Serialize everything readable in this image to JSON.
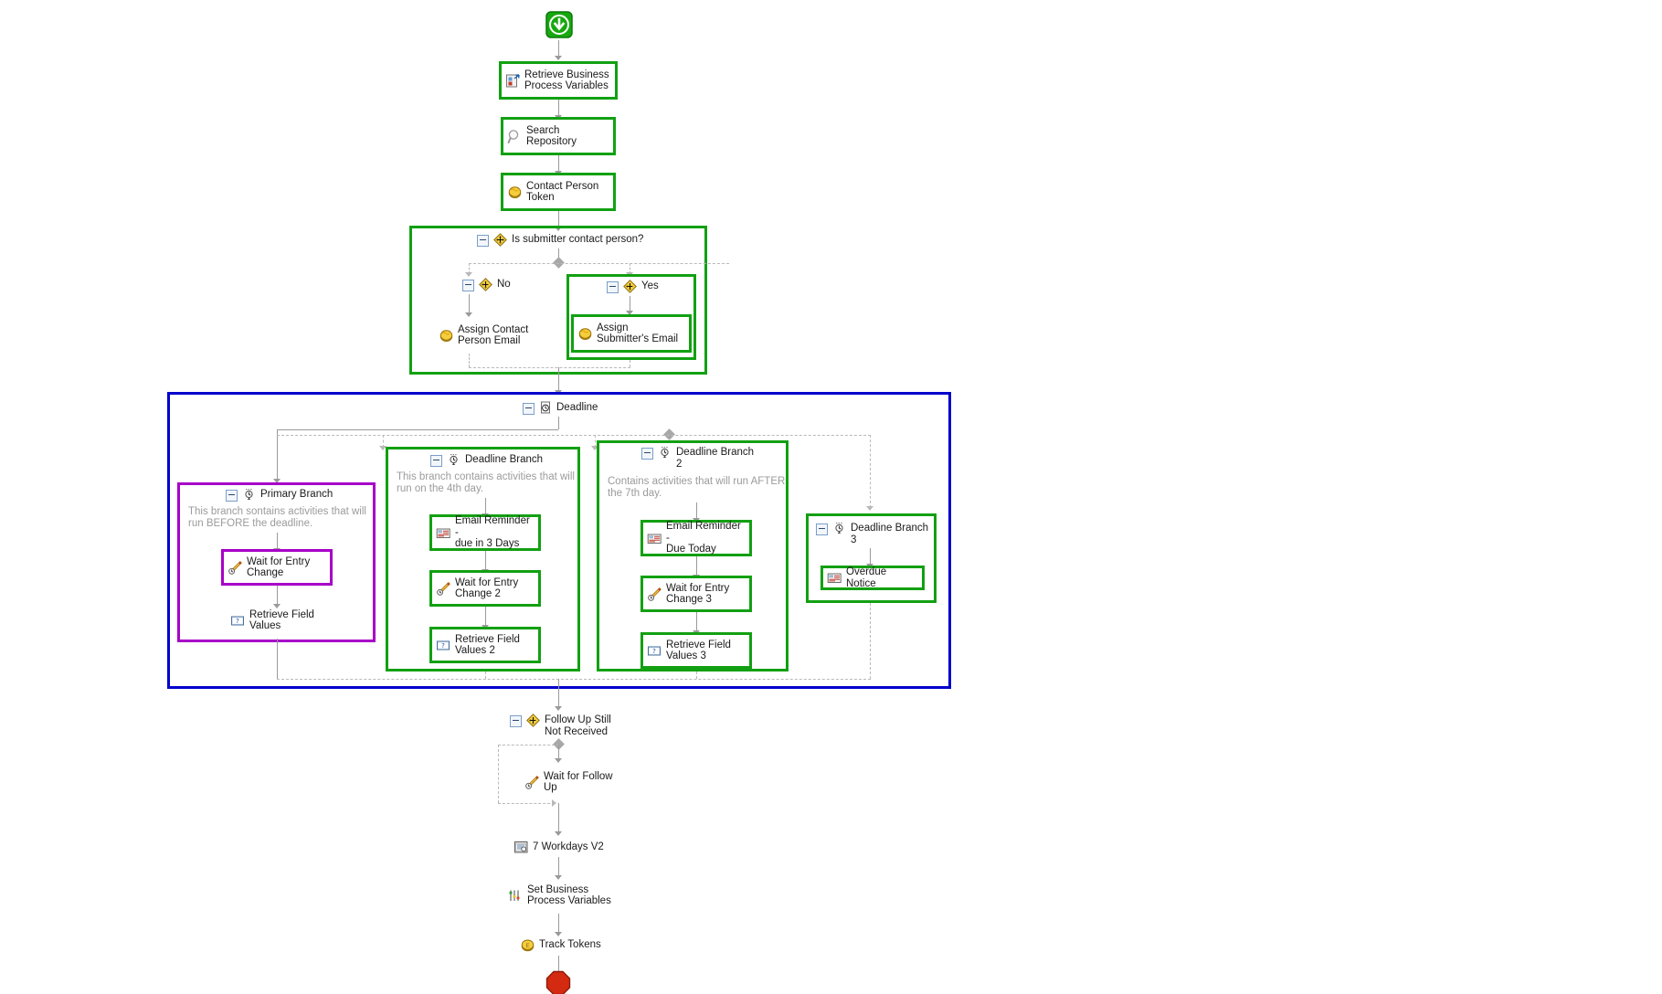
{
  "diagram": {
    "type": "workflow-process-map",
    "title": "Business Process Workflow",
    "colors": {
      "green_border": "#12A012",
      "blue_border": "#0000CC",
      "purple_border": "#A800C8",
      "connector": "#9a9a9a",
      "dashed_connector": "#b9b9b9",
      "description_text": "#9b9b9b",
      "label_text": "#1a1a1a",
      "start_node": "#12A012",
      "stop_node": "#D42A12"
    }
  },
  "start": {
    "name": "start-node",
    "icon": "start-arrow-down-icon"
  },
  "stop": {
    "name": "stop-node",
    "icon": "stop-octagon-icon"
  },
  "main_sequence": [
    {
      "label": "Retrieve Business\nProcess Variables",
      "icon": "retrieve-variables-icon",
      "selected": true
    },
    {
      "label": "Search\nRepository",
      "icon": "magnifier-icon",
      "selected": true
    },
    {
      "label": "Contact Person\nToken",
      "icon": "token-coin-icon",
      "selected": true
    }
  ],
  "condition": {
    "header": {
      "label": "Is submitter contact person?",
      "icon": "decision-diamond-icon"
    },
    "branches": [
      {
        "header": {
          "label": "No",
          "icon": "decision-diamond-icon"
        },
        "activity": {
          "label": "Assign Contact\nPerson Email",
          "icon": "token-coin-icon",
          "selected": false
        }
      },
      {
        "header": {
          "label": "Yes",
          "icon": "decision-diamond-icon"
        },
        "activity": {
          "label": "Assign\nSubmitter's Email",
          "icon": "token-coin-icon",
          "selected": true
        }
      }
    ]
  },
  "deadline": {
    "header": {
      "label": "Deadline",
      "icon": "deadline-clock-icon"
    },
    "branches": [
      {
        "header": {
          "label": "Primary Branch",
          "icon": "branch-clock-icon"
        },
        "description": "This branch sontains activities that will\nrun BEFORE the deadline.",
        "highlight": "purple",
        "activities": [
          {
            "label": "Wait for Entry\nChange",
            "icon": "wait-pencil-clock-icon",
            "selected": true,
            "highlight": "purple"
          },
          {
            "label": "Retrieve Field\nValues",
            "icon": "retrieve-field-icon",
            "selected": false
          }
        ]
      },
      {
        "header": {
          "label": "Deadline Branch",
          "icon": "branch-clock-icon"
        },
        "description": "This branch contains activities that will\nrun on the 4th day.",
        "highlight": "green",
        "activities": [
          {
            "label": "Email Reminder -\ndue in 3 Days",
            "icon": "email-icon",
            "selected": true,
            "highlight": "green"
          },
          {
            "label": "Wait for Entry\nChange 2",
            "icon": "wait-pencil-clock-icon",
            "selected": true,
            "highlight": "green"
          },
          {
            "label": "Retrieve Field\nValues 2",
            "icon": "retrieve-field-icon",
            "selected": true,
            "highlight": "green"
          }
        ]
      },
      {
        "header": {
          "label": "Deadline Branch\n2",
          "icon": "branch-clock-icon"
        },
        "description": "Contains activities that will run AFTER\nthe 7th day.",
        "highlight": "green",
        "activities": [
          {
            "label": "Email Reminder -\nDue Today",
            "icon": "email-icon",
            "selected": true,
            "highlight": "green"
          },
          {
            "label": "Wait for Entry\nChange 3",
            "icon": "wait-pencil-clock-icon",
            "selected": true,
            "highlight": "green"
          },
          {
            "label": "Retrieve Field\nValues 3",
            "icon": "retrieve-field-icon",
            "selected": true,
            "highlight": "green"
          }
        ]
      },
      {
        "header": {
          "label": "Deadline Branch\n3",
          "icon": "branch-clock-icon"
        },
        "description": "",
        "highlight": "green",
        "activities": [
          {
            "label": "Overdue Notice",
            "icon": "email-icon",
            "selected": true,
            "highlight": "green"
          }
        ]
      }
    ]
  },
  "follow_up": {
    "header": {
      "label": "Follow Up Still\nNot Received",
      "icon": "decision-diamond-icon"
    },
    "activity": {
      "label": "Wait for Follow\nUp",
      "icon": "wait-pencil-clock-icon",
      "selected": false
    }
  },
  "tail_sequence": [
    {
      "label": "7 Workdays V2",
      "icon": "calendar-icon",
      "selected": false
    },
    {
      "label": "Set Business\nProcess Variables",
      "icon": "set-variables-icon",
      "selected": false
    },
    {
      "label": "Track Tokens",
      "icon": "track-token-coin-icon",
      "selected": false
    }
  ]
}
